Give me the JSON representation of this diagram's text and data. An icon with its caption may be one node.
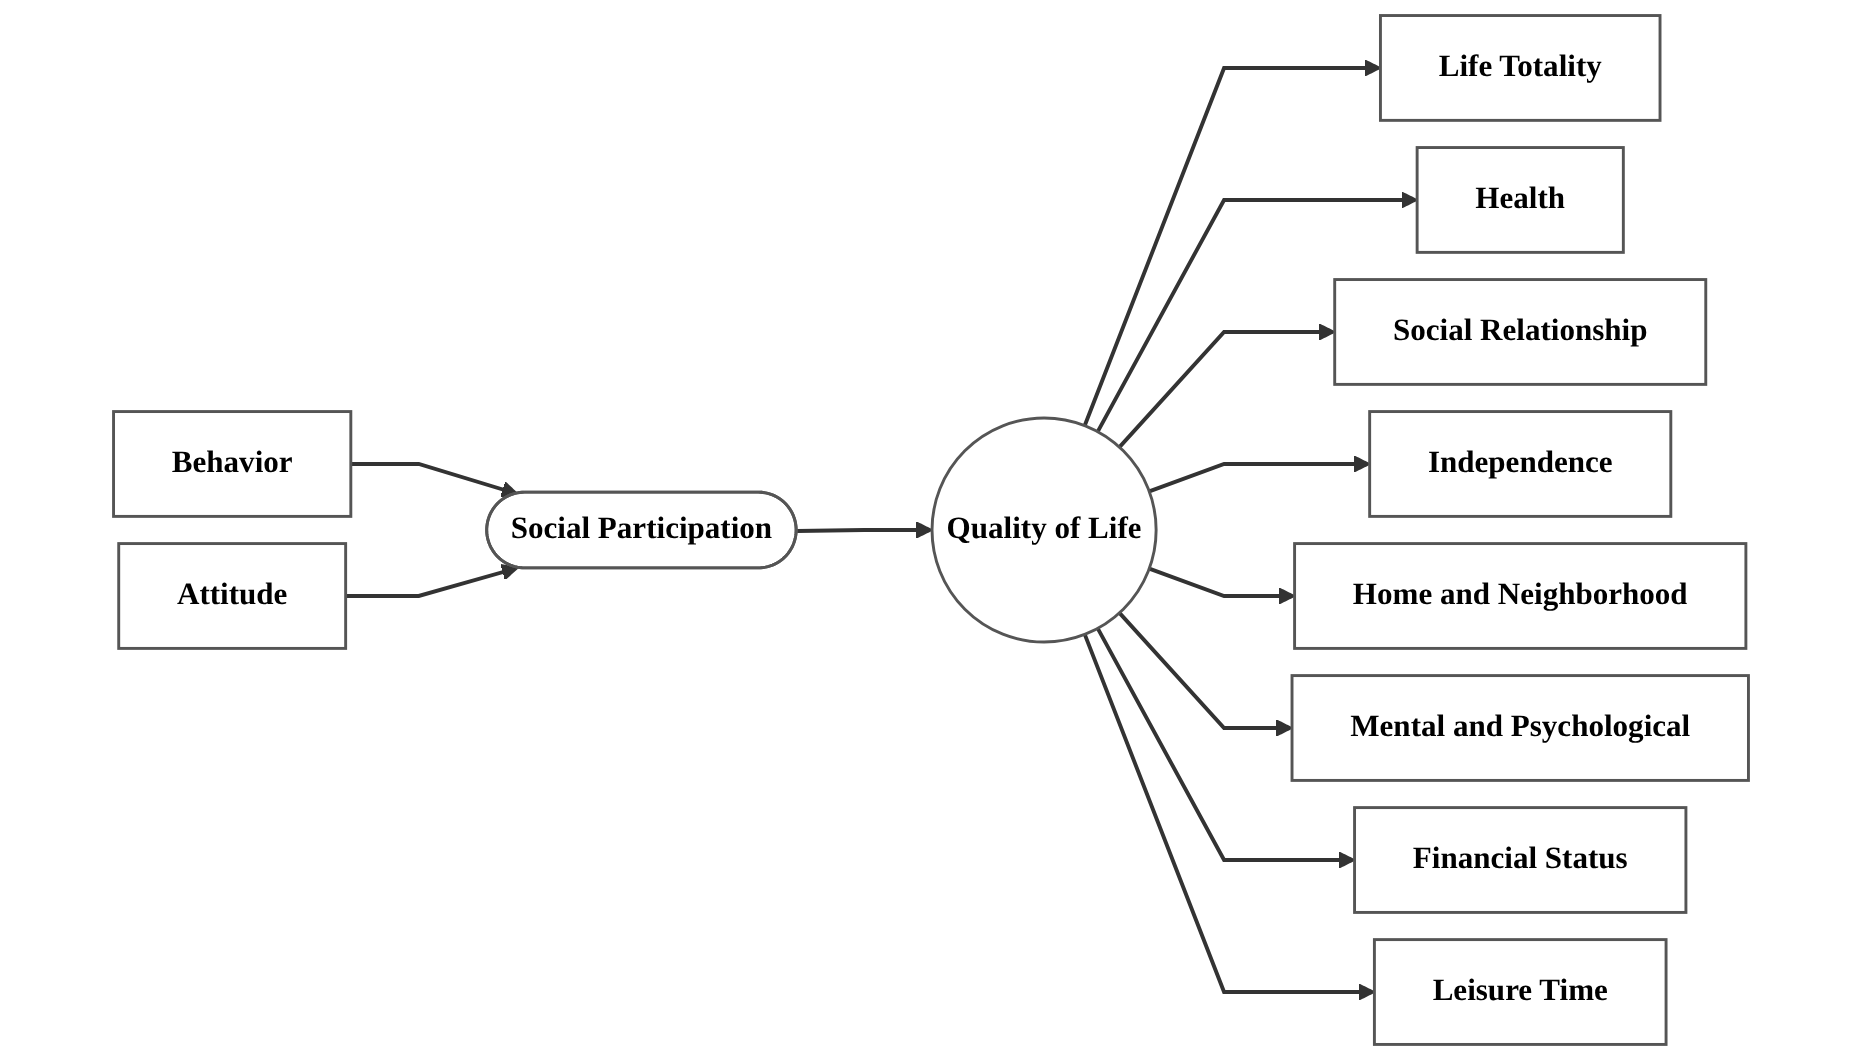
{
  "diagram": {
    "nodes": [
      {
        "text": [
          "Behavior"
        ]
      },
      {
        "text": [
          "Attitude"
        ]
      },
      {
        "text": [
          "Social Participation"
        ]
      },
      {
        "text": [
          "Quality of Life"
        ]
      },
      {
        "text": [
          "Life Totality"
        ]
      },
      {
        "text": [
          "Health"
        ]
      },
      {
        "text": [
          "Social Relationship"
        ]
      },
      {
        "text": [
          "Independence"
        ]
      },
      {
        "text": [
          "Home and Neighborhood"
        ]
      },
      {
        "text": [
          "Mental and Psychological"
        ]
      },
      {
        "text": [
          "Financial Status"
        ]
      },
      {
        "text": [
          "Leisure Time"
        ]
      }
    ],
    "edges": [
      {
        "from": 0,
        "to": 2,
        "arrow": "to"
      },
      {
        "from": 1,
        "to": 2,
        "arrow": "to"
      },
      {
        "from": 2,
        "to": 3,
        "arrow": "to"
      },
      {
        "from": 3,
        "to": 4,
        "arrow": "to"
      },
      {
        "from": 3,
        "to": 5,
        "arrow": "to"
      },
      {
        "from": 3,
        "to": 6,
        "arrow": "to"
      },
      {
        "from": 3,
        "to": 7,
        "arrow": "to"
      },
      {
        "from": 3,
        "to": 8,
        "arrow": "to"
      },
      {
        "from": 3,
        "to": 9,
        "arrow": "to"
      },
      {
        "from": 3,
        "to": 10,
        "arrow": "to"
      },
      {
        "from": 3,
        "to": 11,
        "arrow": "to"
      }
    ]
  }
}
